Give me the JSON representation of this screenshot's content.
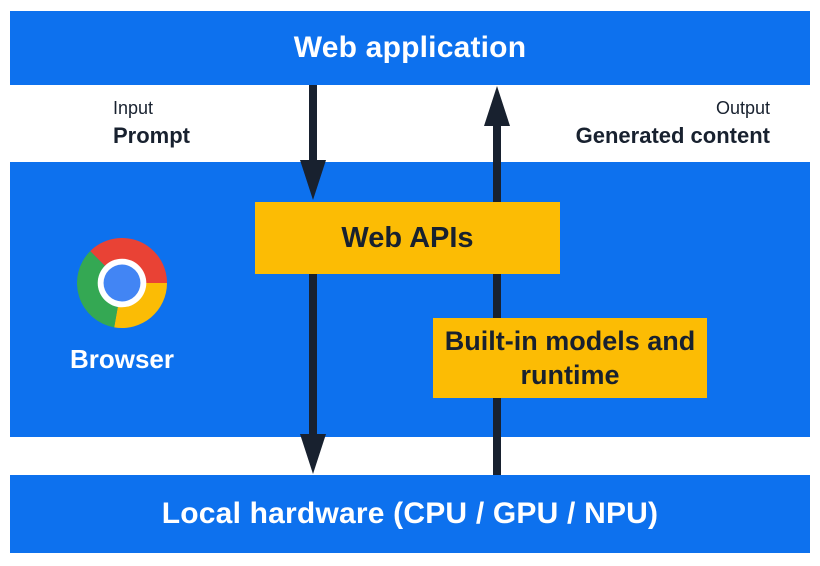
{
  "colors": {
    "panel_blue": "#0d71ee",
    "accent_yellow": "#fcbc04",
    "arrow_dark": "#18212f",
    "text_white": "#ffffff",
    "chrome_red": "#e94235",
    "chrome_yellow": "#fbbc05",
    "chrome_green": "#34a853",
    "chrome_blue": "#4285f4"
  },
  "top_bar": {
    "label": "Web application"
  },
  "flow_labels": {
    "input": {
      "title": "Input",
      "value": "Prompt"
    },
    "output": {
      "title": "Output",
      "value": "Generated content"
    }
  },
  "browser_panel": {
    "label": "Browser",
    "logo_icon": "chrome-browser-icon",
    "web_apis_box": {
      "label": "Web APIs"
    },
    "builtin_box": {
      "label": "Built-in models and runtime"
    }
  },
  "bottom_bar": {
    "label": "Local hardware (CPU / GPU / NPU)"
  },
  "arrows": [
    {
      "name": "input-flow-arrow",
      "direction": "down"
    },
    {
      "name": "output-flow-arrow",
      "direction": "up"
    }
  ]
}
